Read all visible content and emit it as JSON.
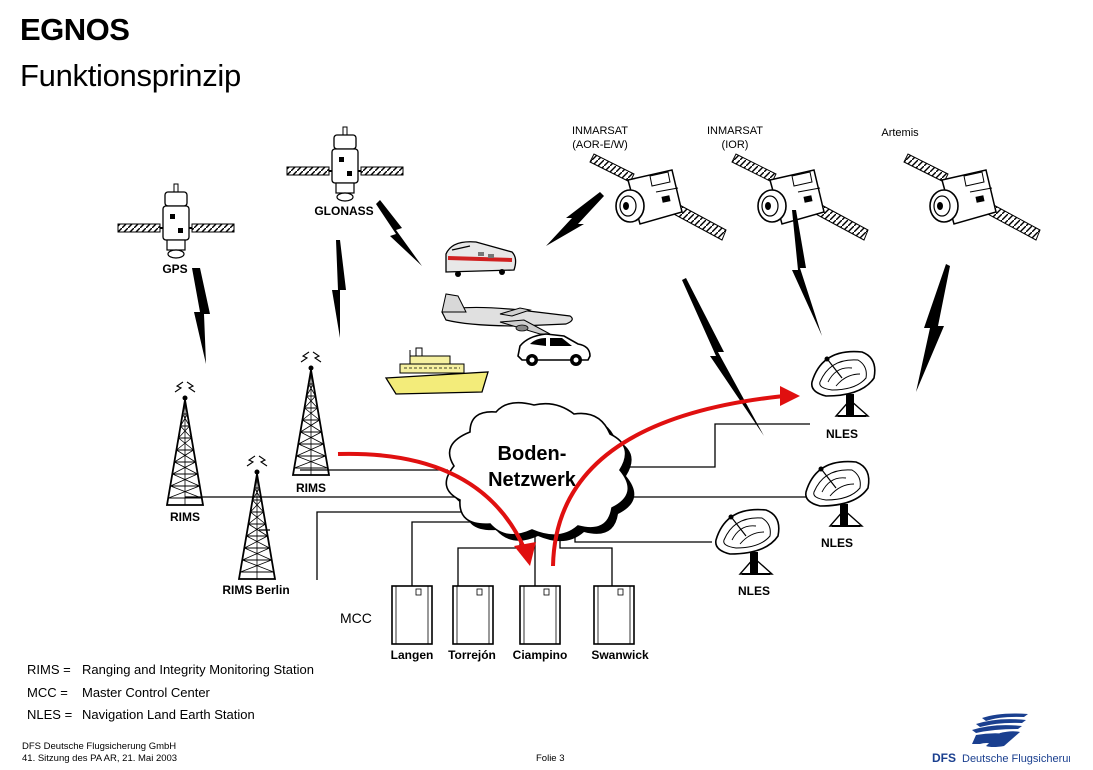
{
  "header": {
    "title": "EGNOS",
    "subtitle": "Funktionsprinzip"
  },
  "satellites": {
    "gps": "GPS",
    "glonass": "GLONASS",
    "inmarsat_aor_line1": "INMARSAT",
    "inmarsat_aor_line2": "(AOR-E/W)",
    "inmarsat_ior_line1": "INMARSAT",
    "inmarsat_ior_line2": "(IOR)",
    "artemis": "Artemis"
  },
  "ground_stations": {
    "rims_left": "RIMS",
    "rims_mid": "RIMS",
    "rims_berlin": "RIMS Berlin",
    "nles_top": "NLES",
    "nles_mid": "NLES",
    "nles_bottom": "NLES"
  },
  "network": {
    "line1": "Boden-",
    "line2": "Netzwerk"
  },
  "mcc": {
    "label": "MCC",
    "centers": [
      "Langen",
      "Torrejón",
      "Ciampino",
      "Swanwick"
    ]
  },
  "legend": [
    {
      "abbr": "RIMS =",
      "text": "Ranging and Integrity Monitoring Station"
    },
    {
      "abbr": "MCC =",
      "text": "Master Control Center"
    },
    {
      "abbr": "NLES =",
      "text": "Navigation Land Earth Station"
    }
  ],
  "footer": {
    "org": "DFS Deutsche Flugsicherung GmbH",
    "meeting": "41. Sitzung des PA AR, 21. Mai 2003",
    "page": "Folie 3"
  },
  "logo": {
    "abbr": "DFS",
    "name": "Deutsche Flugsicherung"
  },
  "colors": {
    "arrow": "#e01010",
    "logo": "#1a3f8f",
    "text": "#000000"
  }
}
